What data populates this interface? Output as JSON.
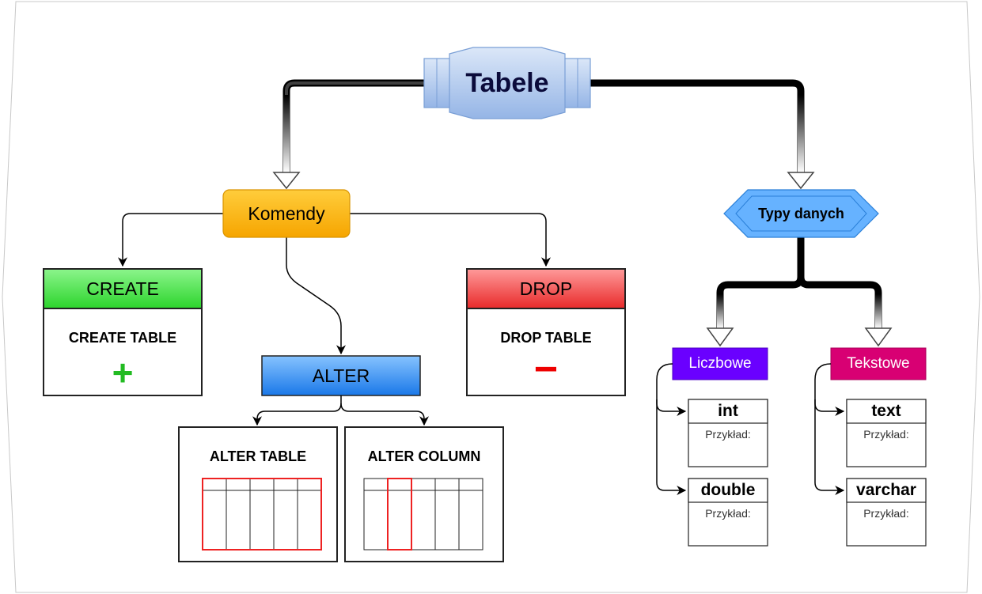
{
  "title": "Tabele",
  "commands": {
    "label": "Komendy",
    "create": {
      "header": "CREATE",
      "body": "CREATE TABLE",
      "symbol": "+"
    },
    "drop": {
      "header": "DROP",
      "body": "DROP TABLE",
      "symbol": "−"
    },
    "alter": {
      "label": "ALTER",
      "table": {
        "title": "ALTER TABLE"
      },
      "column": {
        "title": "ALTER COLUMN"
      }
    }
  },
  "data_types": {
    "label": "Typy danych",
    "numeric": {
      "label": "Liczbowe",
      "items": [
        {
          "name": "int",
          "example": "Przykład:"
        },
        {
          "name": "double",
          "example": "Przykład:"
        }
      ]
    },
    "text": {
      "label": "Tekstowe",
      "items": [
        {
          "name": "text",
          "example": "Przykład:"
        },
        {
          "name": "varchar",
          "example": "Przykład:"
        }
      ]
    }
  },
  "colors": {
    "create_header": "#33dd33",
    "drop_header": "#ee3333",
    "alter": "#2a8cf0",
    "komendy": "#ffb400",
    "typy": "#66b2ff",
    "liczbowe": "#6a00ff",
    "tekstowe": "#d80073",
    "title_fill": "#a9c4eb",
    "plus": "#22bb22",
    "minus": "#ee0000",
    "highlight": "#ee2222"
  }
}
